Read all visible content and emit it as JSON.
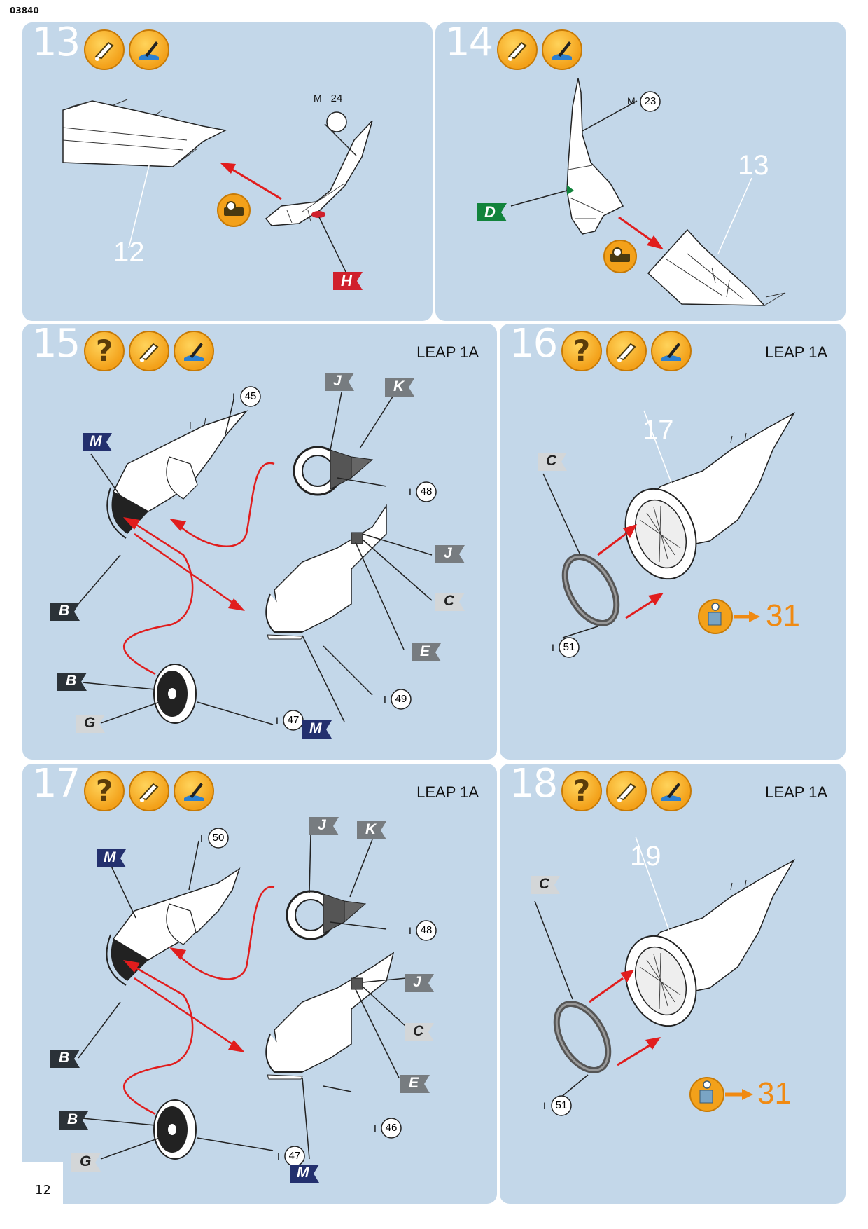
{
  "doc_code": "03840",
  "page_number": "12",
  "colors": {
    "panel_bg": "#c3d7e9",
    "arrow_red": "#e11d1d",
    "flag_red": "#d0202c",
    "flag_green": "#12833c",
    "flag_navy": "#23306e",
    "flag_dark": "#2b3238",
    "flag_gray": "#777c80",
    "flag_light": "#d3d6d8",
    "badge_orange": "#f3a11a",
    "accent_orange": "#f08a12"
  },
  "steps": [
    {
      "number": "13",
      "icons": [
        "glue-icon",
        "paint-brush-icon"
      ],
      "labels": {
        "part_m": "M",
        "part_m_num": "24",
        "assembly": "12",
        "color_h": "H"
      },
      "extra_icons": [
        "tape-icon"
      ]
    },
    {
      "number": "14",
      "icons": [
        "glue-icon",
        "paint-brush-icon"
      ],
      "labels": {
        "part_m": "M",
        "part_m_num": "23",
        "assembly": "13",
        "color_d": "D"
      },
      "extra_icons": [
        "tape-icon"
      ]
    },
    {
      "number": "15",
      "engine": "LEAP 1A",
      "icons": [
        "help-icon",
        "glue-icon",
        "paint-brush-icon"
      ],
      "labels": {
        "pI": "I",
        "p45": "45",
        "p48": "48",
        "p49": "49",
        "p47": "47",
        "cJ": "J",
        "cK": "K",
        "cM": "M",
        "cB": "B",
        "cJ2": "J",
        "cC": "C",
        "cE": "E",
        "cB2": "B",
        "cG": "G",
        "cM2": "M"
      }
    },
    {
      "number": "16",
      "engine": "LEAP 1A",
      "icons": [
        "help-icon",
        "glue-icon",
        "paint-brush-icon"
      ],
      "labels": {
        "assembly": "17",
        "cC": "C",
        "pI": "I",
        "p51": "51",
        "goto": "31"
      }
    },
    {
      "number": "17",
      "engine": "LEAP 1A",
      "icons": [
        "help-icon",
        "glue-icon",
        "paint-brush-icon"
      ],
      "labels": {
        "pI": "I",
        "p50": "50",
        "p48": "48",
        "p46": "46",
        "p47": "47",
        "cJ": "J",
        "cK": "K",
        "cM": "M",
        "cB": "B",
        "cJ2": "J",
        "cC": "C",
        "cE": "E",
        "cB2": "B",
        "cG": "G",
        "cM2": "M"
      }
    },
    {
      "number": "18",
      "engine": "LEAP 1A",
      "icons": [
        "help-icon",
        "glue-icon",
        "paint-brush-icon"
      ],
      "labels": {
        "assembly": "19",
        "cC": "C",
        "pI": "I",
        "p51": "51",
        "goto": "31"
      }
    }
  ]
}
